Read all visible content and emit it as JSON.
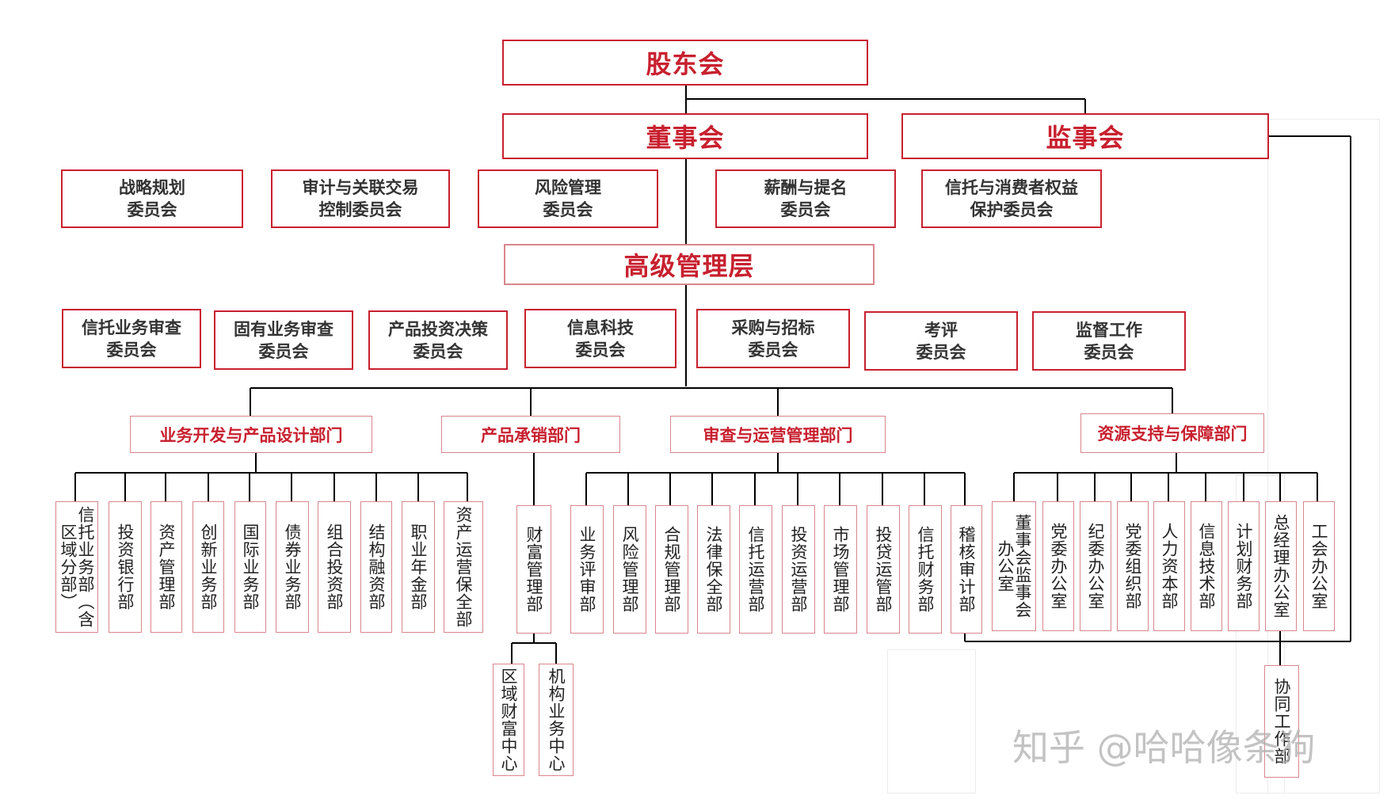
{
  "top": {
    "shareholders": "股东会",
    "board": "董事会",
    "supervisors": "监事会",
    "senior_management": "高级管理层"
  },
  "board_committees": [
    "战略规划\n委员会",
    "审计与关联交易\n控制委员会",
    "风险管理\n委员会",
    "薪酬与提名\n委员会",
    "信托与消费者权益\n保护委员会"
  ],
  "management_committees": [
    "信托业务审查\n委员会",
    "固有业务审查\n委员会",
    "产品投资决策\n委员会",
    "信息科技\n委员会",
    "采购与招标\n委员会",
    "考评\n委员会",
    "监督工作\n委员会"
  ],
  "groups": {
    "business": {
      "name": "业务开发与产品设计部门",
      "departments": [
        "信托业务部（含区域分部）",
        "投资银行部",
        "资产管理部",
        "创新业务部",
        "国际业务部",
        "债券业务部",
        "组合投资部",
        "结构融资部",
        "职业年金部",
        "资产运营保全部"
      ]
    },
    "sales": {
      "name": "产品承销部门",
      "departments": [
        "财富管理部"
      ],
      "sub_centers": [
        "区域财富中心",
        "机构业务中心"
      ]
    },
    "operations": {
      "name": "审查与运营管理部门",
      "departments": [
        "业务评审部",
        "风险管理部",
        "合规管理部",
        "法律保全部",
        "信托运营部",
        "投资运营部",
        "市场管理部",
        "投贷运管部",
        "信托财务部",
        "稽核审计部"
      ]
    },
    "support": {
      "name": "资源支持与保障部门",
      "departments": [
        "董事会监事会办公室",
        "党委办公室",
        "纪委办公室",
        "党委组织部",
        "人力资本部",
        "信息技术部",
        "计划财务部",
        "总经理办公室",
        "工会办公室"
      ],
      "extra": "协同工作部"
    }
  },
  "watermark": "知乎 @哈哈像条狗",
  "colors": {
    "accent": "#c8202f",
    "line": "#000000"
  }
}
